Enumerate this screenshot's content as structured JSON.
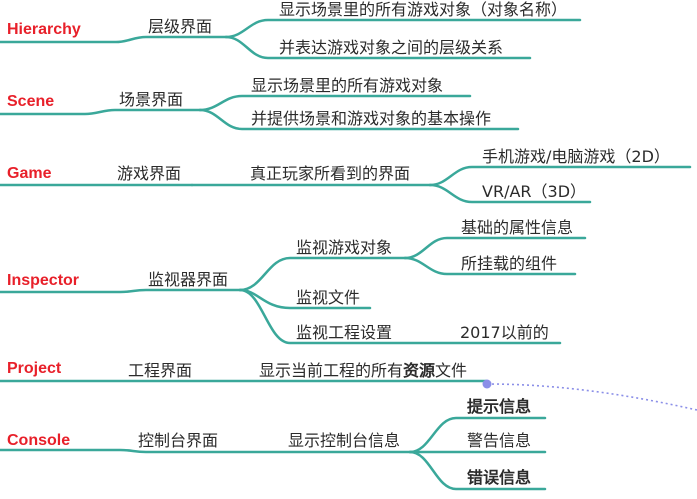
{
  "colors": {
    "branch": "#3aa89a",
    "root_text": "#e8202a",
    "connector": "#8b8fe8"
  },
  "nodes": {
    "hierarchy": "Hierarchy",
    "hierarchy_panel": "层级界面",
    "hierarchy_desc_1": "显示场景里的所有游戏对象（对象名称）",
    "hierarchy_desc_2": "并表达游戏对象之间的层级关系",
    "scene": "Scene",
    "scene_panel": "场景界面",
    "scene_desc_1": "显示场景里的所有游戏对象",
    "scene_desc_2": "并提供场景和游戏对象的基本操作",
    "game": "Game",
    "game_panel": "游戏界面",
    "game_desc": "真正玩家所看到的界面",
    "game_sub_1": "手机游戏/电脑游戏（2D）",
    "game_sub_2": "VR/AR（3D）",
    "inspector": "Inspector",
    "inspector_panel": "监视器界面",
    "inspector_item_1": "监视游戏对象",
    "inspector_item_1_sub_1": "基础的属性信息",
    "inspector_item_1_sub_2": "所挂载的组件",
    "inspector_item_2": "监视文件",
    "inspector_item_3": "监视工程设置",
    "inspector_item_3_note": "2017以前的",
    "project": "Project",
    "project_panel": "工程界面",
    "project_desc_pre": "显示当前工程的所有",
    "project_desc_bold": "资源",
    "project_desc_post": "文件",
    "console": "Console",
    "console_panel": "控制台界面",
    "console_desc": "显示控制台信息",
    "console_sub_1": "提示信息",
    "console_sub_2": "警告信息",
    "console_sub_3": "错误信息"
  }
}
